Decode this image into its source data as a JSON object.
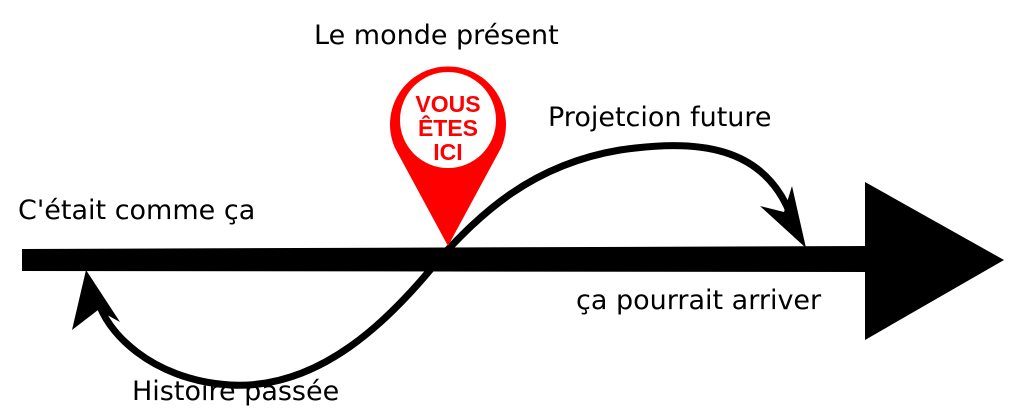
{
  "title": "Le monde présent",
  "pin": {
    "lines": [
      "VOUS",
      "ÊTES",
      "ICI"
    ],
    "color": "#ff0000"
  },
  "labels": {
    "past_state": "C'était comme ça",
    "future_projection": "Projetcion future",
    "could_happen": "ça pourrait arriver",
    "past_history": "Histoire passée"
  }
}
